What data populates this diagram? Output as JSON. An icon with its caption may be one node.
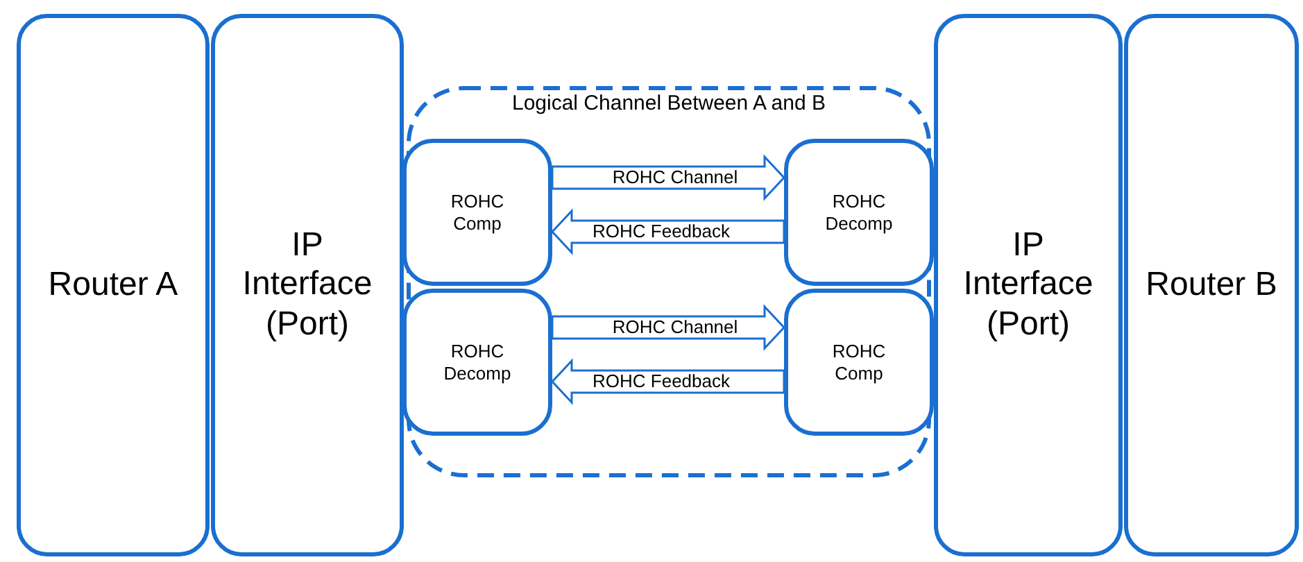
{
  "diagram": {
    "nodes": [
      {
        "text": [
          "Router A"
        ]
      },
      {
        "text": [
          "IP Interface (Port)"
        ]
      },
      {
        "text": [
          "Logical Channel Between A and B"
        ]
      },
      {
        "text": [
          "ROHC Comp"
        ],
        "in": 2
      },
      {
        "text": [
          "ROHC Decomp"
        ],
        "in": 2
      },
      {
        "text": [
          "ROHC Decomp"
        ],
        "in": 2
      },
      {
        "text": [
          "ROHC Comp"
        ],
        "in": 2
      },
      {
        "text": [
          "IP Interface (Port)"
        ]
      },
      {
        "text": [
          "Router B"
        ]
      }
    ],
    "edges": [
      {
        "from": 3,
        "to": 4,
        "arrow": "to",
        "label": "ROHC Channel"
      },
      {
        "from": 4,
        "to": 3,
        "arrow": "to",
        "label": "ROHC Feedback"
      },
      {
        "from": 5,
        "to": 6,
        "arrow": "to",
        "label": "ROHC Channel"
      },
      {
        "from": 6,
        "to": 5,
        "arrow": "to",
        "label": "ROHC Feedback"
      }
    ]
  }
}
